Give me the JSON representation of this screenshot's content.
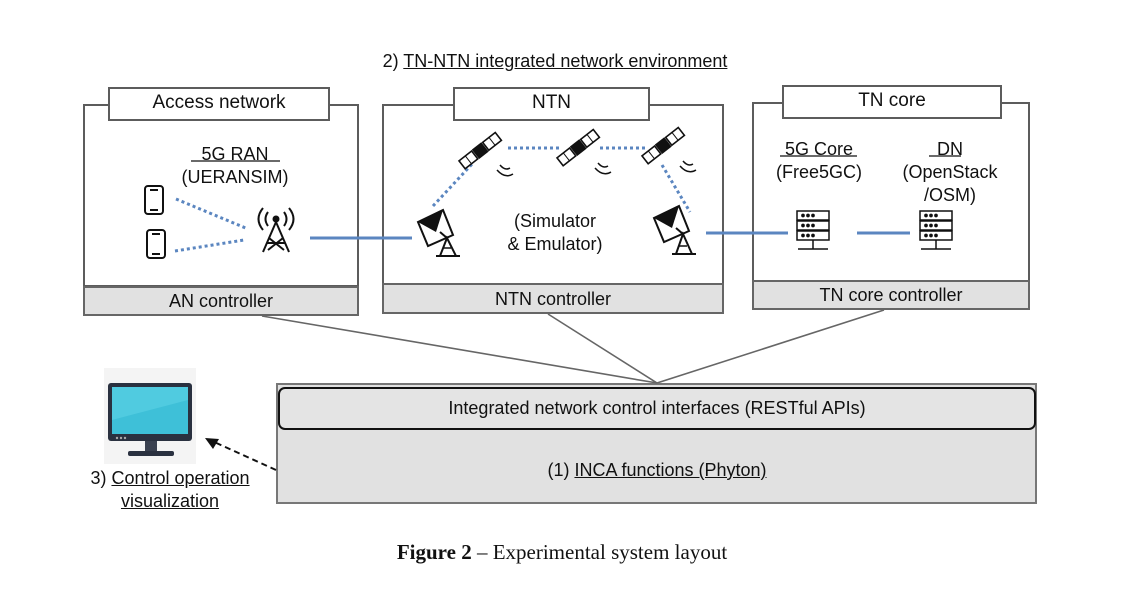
{
  "env_title": {
    "prefix": "2) ",
    "text": "TN-NTN integrated network environment"
  },
  "access_network": {
    "tab": "Access network",
    "ran_name": "5G RAN",
    "ran_impl": "(UERANSIM)",
    "controller": "AN controller"
  },
  "ntn": {
    "tab": "NTN",
    "sim_line1": "(Simulator",
    "sim_line2": "& Emulator)",
    "controller": "NTN controller"
  },
  "tn_core": {
    "tab": "TN core",
    "core_name": "5G Core",
    "core_impl": "(Free5GC)",
    "dn_name": "DN",
    "dn_impl1": "(OpenStack",
    "dn_impl2": "/OSM)",
    "controller": "TN core controller"
  },
  "inca": {
    "interfaces": "Integrated network control interfaces (RESTful APIs)",
    "functions_prefix": "(1) ",
    "functions": "INCA functions (Phyton)"
  },
  "visualization": {
    "prefix": "3) ",
    "line1": "Control operation",
    "line2": "visualization"
  },
  "caption": {
    "label": "Figure 2",
    "text": " – Experimental system layout"
  },
  "colors": {
    "link_blue": "#5b86c0",
    "box_border": "#5c5c5c",
    "controller_fill": "#e1e1e1",
    "monitor_screen": "#3ec0d8"
  }
}
